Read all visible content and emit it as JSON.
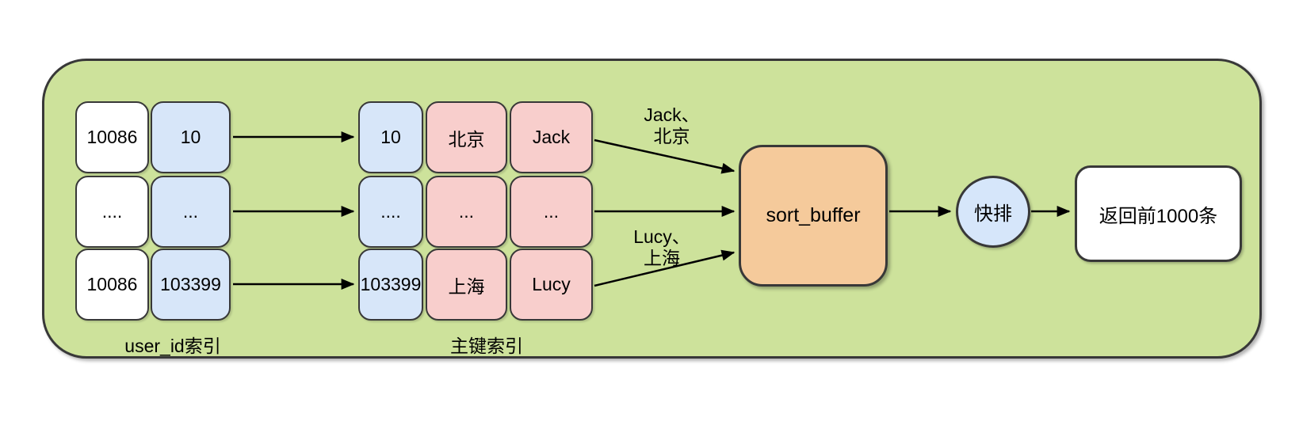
{
  "diagram": {
    "user_id_index": {
      "label": "user_id索引",
      "columns": [
        {
          "type": "white",
          "values": [
            "10086",
            "....",
            "10086"
          ]
        },
        {
          "type": "blue",
          "values": [
            "10",
            "...",
            "103399"
          ]
        }
      ]
    },
    "primary_key_index": {
      "label": "主键索引",
      "columns": [
        {
          "type": "blue",
          "values": [
            "10",
            "....",
            "103399"
          ]
        },
        {
          "type": "pink",
          "values": [
            "北京",
            "...",
            "上海"
          ]
        },
        {
          "type": "pink",
          "values": [
            "Jack",
            "...",
            "Lucy"
          ]
        }
      ]
    },
    "sort_buffer": {
      "label": "sort_buffer"
    },
    "quick_sort": {
      "label": "快排"
    },
    "result": {
      "label": "返回前1000条"
    },
    "arrow_labels": [
      {
        "lines": [
          "Jack、",
          "北京"
        ]
      },
      {
        "lines": [
          "Lucy、",
          "上海"
        ]
      }
    ],
    "colors": {
      "container_fill": "#cde29b",
      "cell_blue": "#d7e6f9",
      "cell_pink": "#f8cecc",
      "cell_white": "#ffffff",
      "sort_buffer_fill": "#f5ca9b",
      "circle_fill": "#d6e6fa",
      "stroke": "#383838",
      "arrow": "#000000",
      "text": "#000000",
      "page_background": "#ffffff"
    }
  }
}
